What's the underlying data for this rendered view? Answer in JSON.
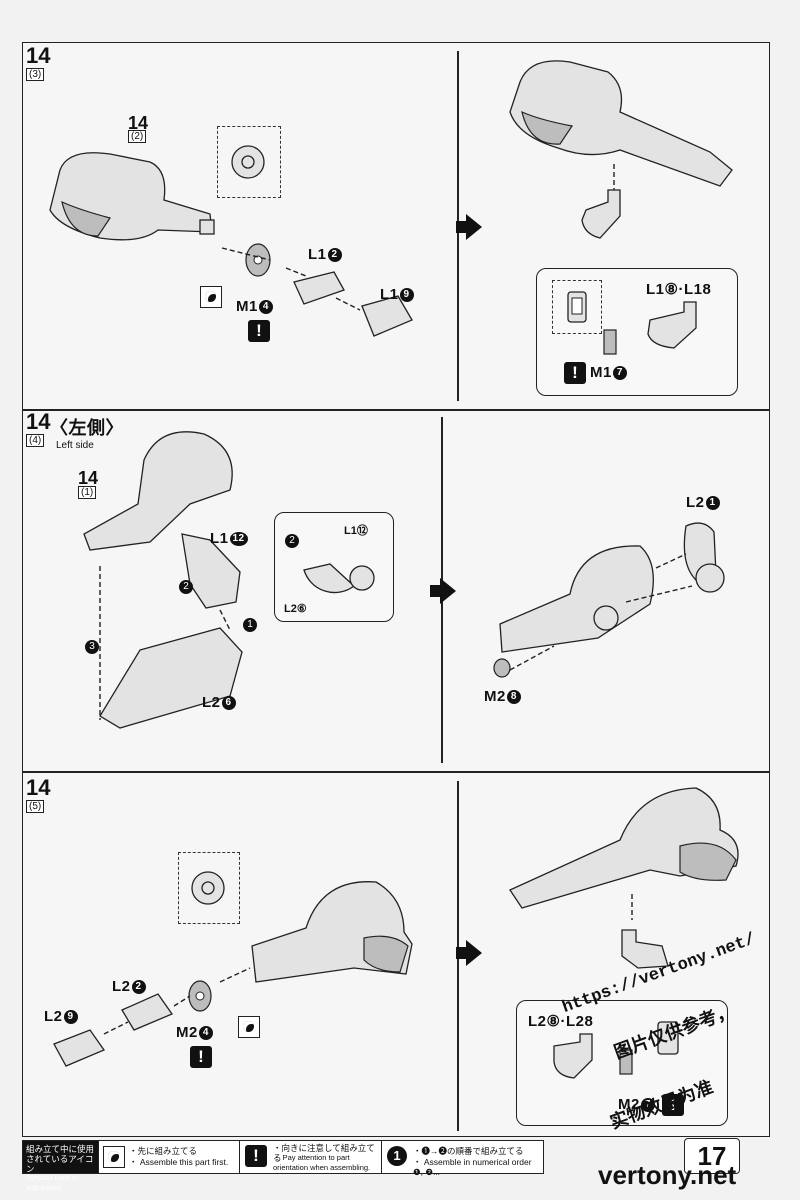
{
  "steps": {
    "s3": {
      "number": "14",
      "sub": "(3)",
      "ref_number": "14",
      "ref_sub": "(2)",
      "parts": [
        "L1",
        "L1",
        "M1"
      ],
      "part_nums": [
        "2",
        "9",
        "4"
      ],
      "zoom_parts": "L1⑧·L18",
      "zoom_warn_part": "M1",
      "zoom_warn_num": "7"
    },
    "s4": {
      "number": "14",
      "sub": "(4)",
      "title": "〈左側〉",
      "subtitle": "Left side",
      "ref_number": "14",
      "ref_sub": "(1)",
      "part_l1": "L1",
      "part_l1_num": "12",
      "part_l2": "L2",
      "part_l2_num": "6",
      "zoom_l1": "L1⑫",
      "zoom_l2": "L2⑥",
      "order": [
        "1",
        "2",
        "3"
      ],
      "right_part_top": "L2",
      "right_part_top_num": "1",
      "right_part_bottom": "M2",
      "right_part_bottom_num": "8"
    },
    "s5": {
      "number": "14",
      "sub": "(5)",
      "parts": [
        "L2",
        "L2",
        "M2"
      ],
      "part_nums": [
        "2",
        "9",
        "4"
      ],
      "zoom_parts": "L2⑧·L28",
      "zoom_warn_part": "M2",
      "zoom_warn_num": "7"
    }
  },
  "footer": {
    "legend_title_jp": "組み立て中に使用されているアイコン",
    "legend_title_en": "Symbols used in instructions",
    "first_jp": "・先に組み立てる",
    "first_en": "・ Assemble this part first.",
    "orient_jp": "・向きに注意して組み立てる",
    "orient_en": "・ Pay attention to part orientation when assembling.",
    "order_jp": "・❶→❷の順番で組み立てる",
    "order_en": "・ Assemble in numerical order ❶, ❷..."
  },
  "page_number": "17",
  "watermarks": {
    "url": "https://vertony.net/",
    "site": "vertony.net",
    "jp1": "图片仅供参考，",
    "jp2": "实物效果为准"
  }
}
